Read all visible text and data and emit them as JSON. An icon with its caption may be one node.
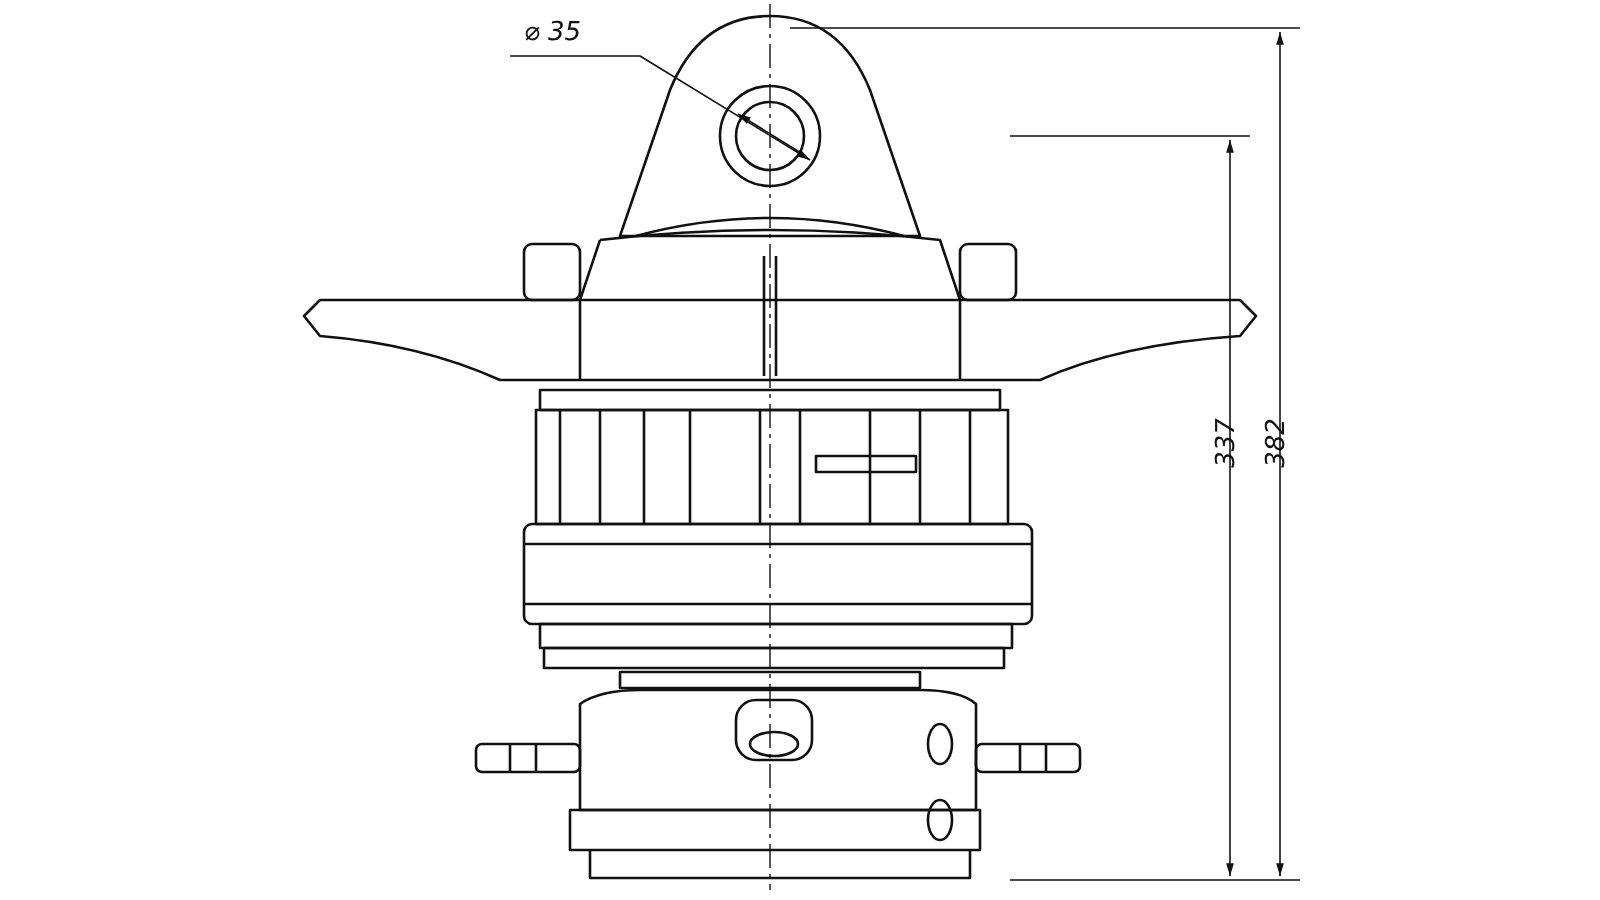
{
  "diagram": {
    "labels": [
      "⌀ 35",
      "337",
      "382"
    ]
  }
}
